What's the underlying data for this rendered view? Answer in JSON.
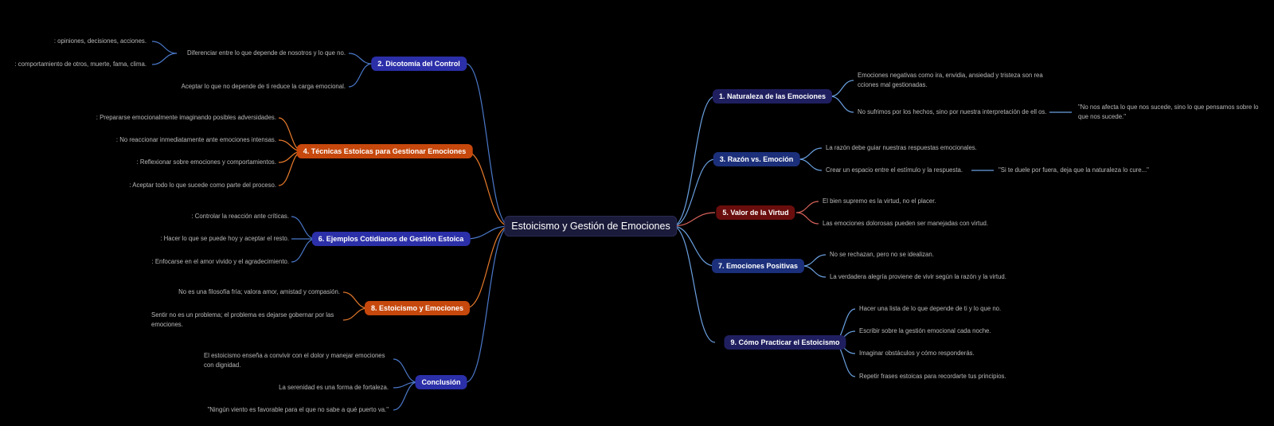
{
  "root": {
    "label": "Estoicismo y Gestión de Emociones"
  },
  "colors": {
    "navy": "#1f1f60",
    "blue": "#2b2fa8",
    "orange": "#c6480c",
    "darkred": "#6a0d0d",
    "darkblue": "#1b2a6b",
    "line_blue": "#4a78c9",
    "line_orange": "#e77a2b",
    "line_red": "#d6625b",
    "line_lightblue": "#6aa0e0"
  },
  "branches": {
    "b1": {
      "label": "1. Naturaleza de las Emociones",
      "children": [
        "Emociones negativas como ira, envidia, ansiedad y tristeza son rea cciones mal gestionadas.",
        "No sufrimos por los hechos, sino por nuestra interpretación de ell os."
      ],
      "quote": "\"No nos afecta lo que nos sucede, sino lo que pensamos sobre lo que nos sucede.\""
    },
    "b2": {
      "label": "2. Dicotomía del Control",
      "child1": "Diferenciar entre lo que depende de nosotros y lo que no.",
      "child1_subs": [
        ": opiniones, decisiones, acciones.",
        ": comportamiento de otros, muerte, fama, clima."
      ],
      "child2": "Aceptar lo que no depende de ti reduce la carga emocional."
    },
    "b3": {
      "label": "3. Razón vs. Emoción",
      "children": [
        "La razón debe guiar nuestras respuestas emocionales.",
        "Crear un espacio entre el estímulo y la respuesta."
      ],
      "quote": "\"Si te duele por fuera, deja que la naturaleza lo cure...\""
    },
    "b4": {
      "label": "4. Técnicas Estoicas para Gestionar Emociones",
      "children": [
        ": Prepararse emocionalmente imaginando posibles adversidades.",
        ": No reaccionar inmediatamente ante emociones intensas.",
        ": Reflexionar sobre emociones y comportamientos.",
        ": Aceptar todo lo que sucede como parte del proceso."
      ]
    },
    "b5": {
      "label": "5. Valor de la Virtud",
      "children": [
        "El bien supremo es la virtud, no el placer.",
        "Las emociones dolorosas pueden ser manejadas con virtud."
      ]
    },
    "b6": {
      "label": "6. Ejemplos Cotidianos de Gestión Estoica",
      "children": [
        ": Controlar la reacción ante críticas.",
        ": Hacer lo que se puede hoy y aceptar el resto.",
        ": Enfocarse en el amor vivido y el agradecimiento."
      ]
    },
    "b7": {
      "label": "7. Emociones Positivas",
      "children": [
        "No se rechazan, pero no se idealizan.",
        "La verdadera alegría proviene de vivir según la razón y la virtud."
      ]
    },
    "b8": {
      "label": "8. Estoicismo y Emociones",
      "children": [
        "No es una filosofía fría; valora amor, amistad y compasión.",
        "Sentir no es un problema; el problema es dejarse gobernar por las emociones."
      ]
    },
    "b9": {
      "label": "9. Cómo Practicar el Estoicismo",
      "children": [
        "Hacer una lista de lo que depende de ti y lo que no.",
        "Escribir sobre la gestión emocional cada noche.",
        "Imaginar obstáculos y cómo responderás.",
        "Repetir frases estoicas para recordarte tus principios."
      ]
    },
    "b10": {
      "label": "Conclusión",
      "children": [
        "El estoicismo enseña a convivir con el dolor y manejar emociones con dignidad.",
        "La serenidad es una forma de fortaleza.",
        "\"Ningún viento es favorable para el que no sabe a qué puerto va.\""
      ]
    }
  }
}
